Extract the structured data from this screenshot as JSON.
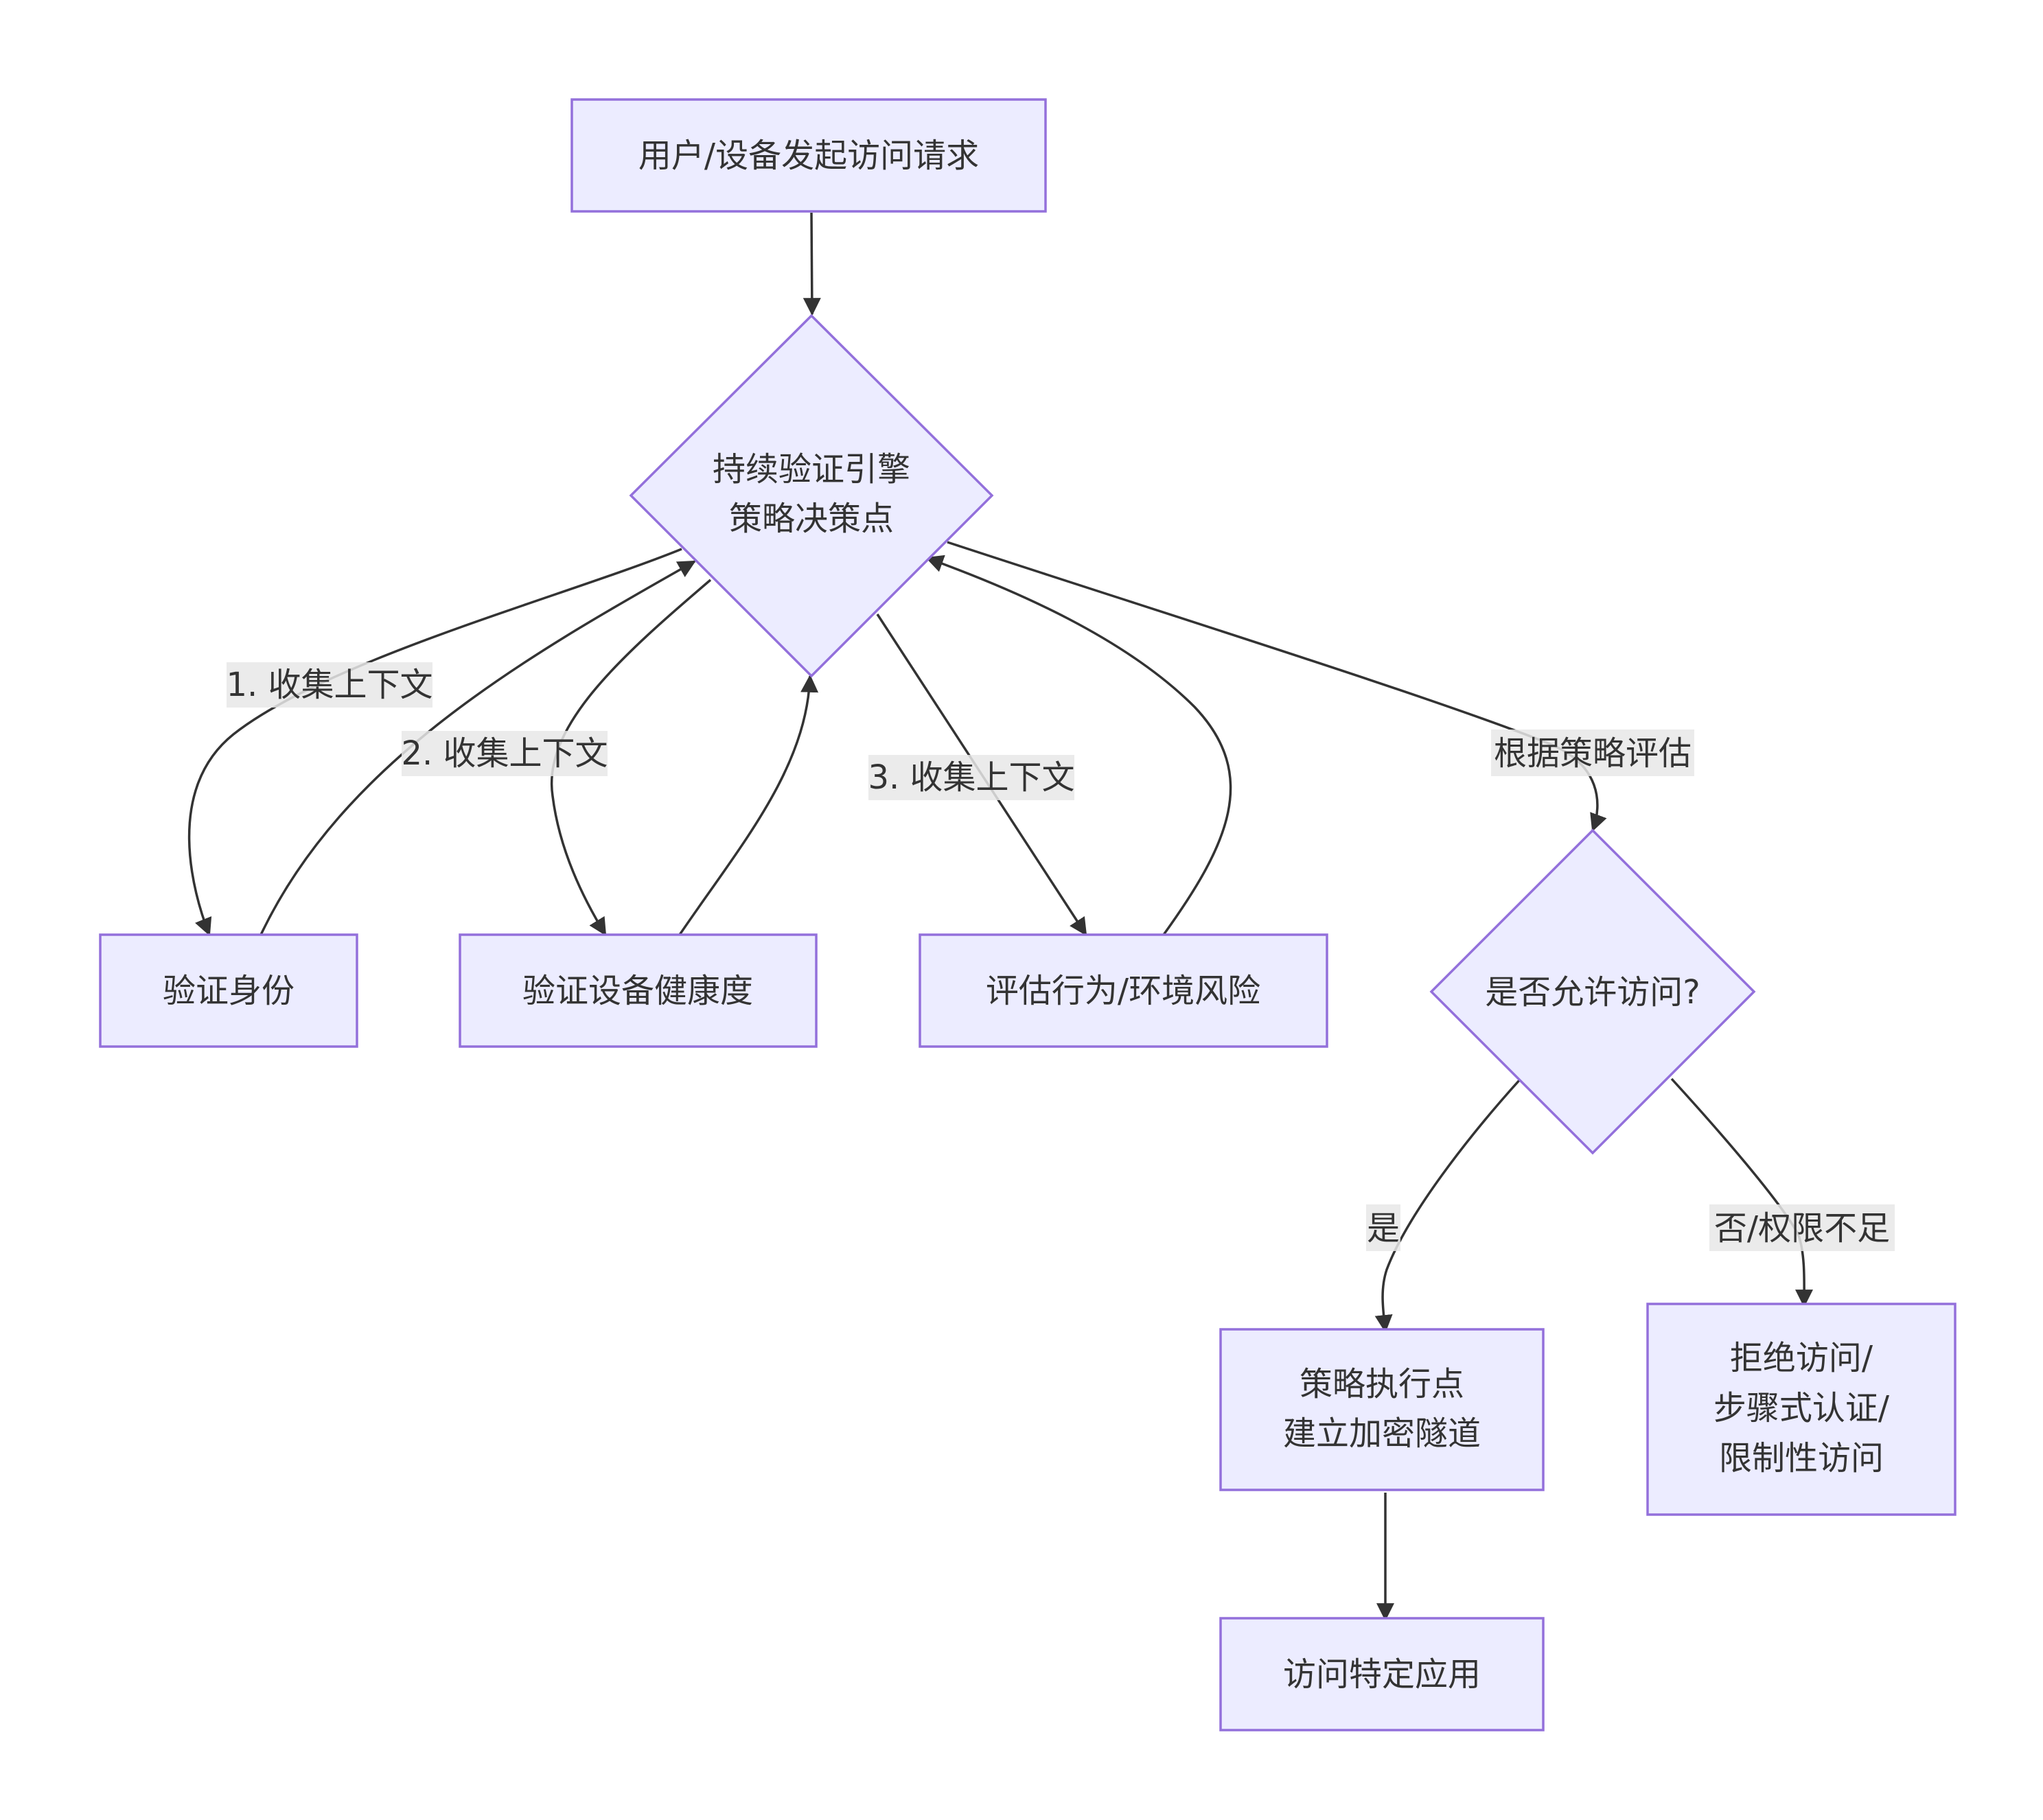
{
  "colors": {
    "node_fill": "#ECECFF",
    "node_stroke": "#9370DB",
    "edge": "#333333",
    "text": "#333333",
    "edge_label_bg": "#e8e8e8"
  },
  "nodes": {
    "request": {
      "lines": [
        "用户/设备发起访问请求"
      ]
    },
    "engine": {
      "lines": [
        "持续验证引擎",
        "策略决策点"
      ]
    },
    "identity": {
      "lines": [
        "验证身份"
      ]
    },
    "device": {
      "lines": [
        "验证设备健康度"
      ]
    },
    "risk": {
      "lines": [
        "评估行为/环境风险"
      ]
    },
    "decision": {
      "lines": [
        "是否允许访问?"
      ]
    },
    "enforce": {
      "lines": [
        "策略执行点",
        "建立加密隧道"
      ]
    },
    "deny": {
      "lines": [
        "拒绝访问/",
        "步骤式认证/",
        "限制性访问"
      ]
    },
    "app": {
      "lines": [
        "访问特定应用"
      ]
    }
  },
  "edge_labels": {
    "collect1": "1. 收集上下文",
    "collect2": "2. 收集上下文",
    "collect3": "3. 收集上下文",
    "evaluate": "根据策略评估",
    "yes": "是",
    "no": "否/权限不足"
  }
}
